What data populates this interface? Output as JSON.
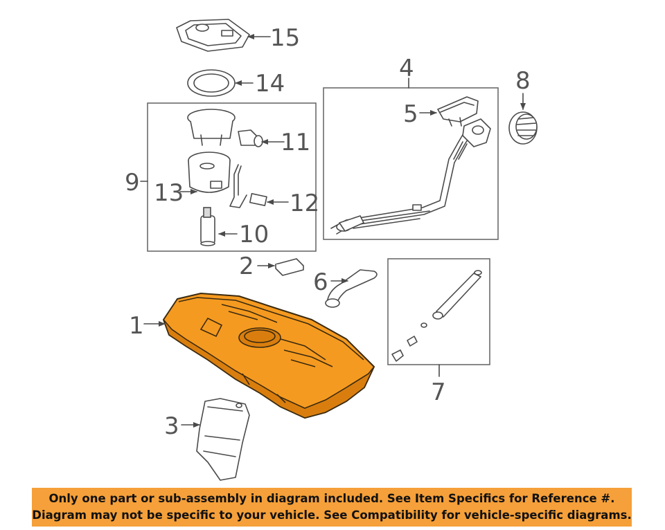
{
  "callouts": {
    "c1": "1",
    "c2": "2",
    "c3": "3",
    "c4": "4",
    "c5": "5",
    "c6": "6",
    "c7": "7",
    "c8": "8",
    "c9": "9",
    "c10": "10",
    "c11": "11",
    "c12": "12",
    "c13": "13",
    "c14": "14",
    "c15": "15"
  },
  "disclaimer": {
    "line1": "Only one part or sub-assembly in diagram included. See Item Specifics for Reference #.",
    "line2": "Diagram may not be specific to your vehicle. See Compatibility for vehicle-specific diagrams."
  },
  "colors": {
    "highlight_part": "#f59a20",
    "banner": "#f5a03a",
    "line": "#4a4a4a"
  }
}
